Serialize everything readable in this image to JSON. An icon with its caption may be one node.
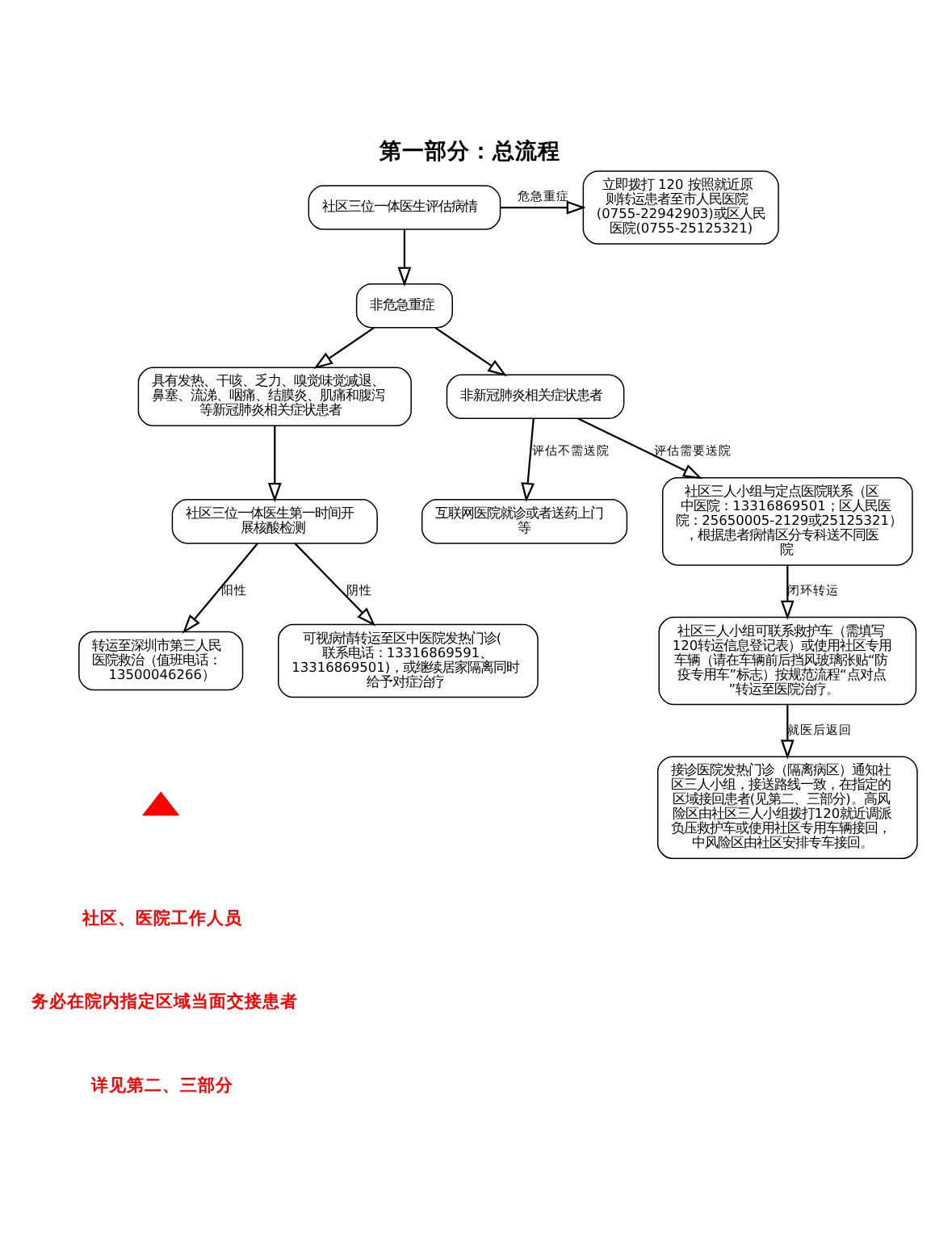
{
  "diagram": {
    "title": "第一部分：总流程",
    "nodes": [
      {
        "text": [
          "社区三位一体医生评估病情"
        ]
      },
      {
        "text": [
          "立即拨打 120 按照就近原则转运患者至市人民医院(0755-22942903)或区人民医院(0755-25125321)"
        ]
      },
      {
        "text": [
          "非危急重症"
        ]
      },
      {
        "text": [
          "具有发热、干咳、乏力、嗅觉味觉减退、鼻塞、流涕、咽痛、结膜炎、肌痛和腹泻等新冠肺炎相关症状患者"
        ]
      },
      {
        "text": [
          "非新冠肺炎相关症状患者"
        ]
      },
      {
        "text": [
          "互联网医院就诊或者送药上门等"
        ]
      },
      {
        "text": [
          "社区三人小组与定点医院联系（区中医院：13316869501；区人民医院：25650005-2129或25125321），根据患者病情区分专科送不同医院"
        ]
      },
      {
        "text": [
          "社区三位一体医生第一时间开展核酸检测"
        ]
      },
      {
        "text": [
          "转运至深圳市第三人民医院救治（值班电话：13500046266）"
        ]
      },
      {
        "text": [
          "可视病情转运至区中医院发热门诊(联系电话：13316869591、13316869501)，或继续居家隔离同时给予对症治疗"
        ]
      },
      {
        "text": [
          "社区三人小组可联系救护车（需填写120转运信息登记表）或使用社区专用车辆（请在车辆前后挡风玻璃张贴“防疫专用车”标志）按规范流程“点对点”转运至医院治疗。"
        ]
      },
      {
        "text": [
          "接诊医院发热门诊（隔离病区）通知社区三人小组，接送路线一致，在指定的区域接回患者(见第二、三部分)。高风险区由社区三人小组拨打120就近调派负压救护车或使用社区专用车辆接回，中风险区由社区安排专车接回。"
        ]
      },
      {
        "text": [],
        "shape": "triangle"
      }
    ],
    "edges": [
      {
        "from": 0,
        "to": 1,
        "arrow": "to",
        "label": "危急重症"
      },
      {
        "from": 0,
        "to": 2,
        "arrow": "to"
      },
      {
        "from": 2,
        "to": 3,
        "arrow": "to"
      },
      {
        "from": 2,
        "to": 4,
        "arrow": "to"
      },
      {
        "from": 4,
        "to": 5,
        "arrow": "to",
        "label": "评估不需送院"
      },
      {
        "from": 4,
        "to": 6,
        "arrow": "to",
        "label": "评估需要送院"
      },
      {
        "from": 3,
        "to": 7,
        "arrow": "to"
      },
      {
        "from": 7,
        "to": 8,
        "arrow": "to",
        "label": "阳性"
      },
      {
        "from": 7,
        "to": 9,
        "arrow": "to",
        "label": "阴性"
      },
      {
        "from": 6,
        "to": 10,
        "arrow": "to",
        "label": "闭环转运"
      },
      {
        "from": 10,
        "to": 11,
        "arrow": "to",
        "label": "就医后返回"
      }
    ],
    "labels": [
      "社区、医院工作人员",
      "务必在院内指定区域当面交接患者",
      "详见第二、三部分"
    ]
  }
}
